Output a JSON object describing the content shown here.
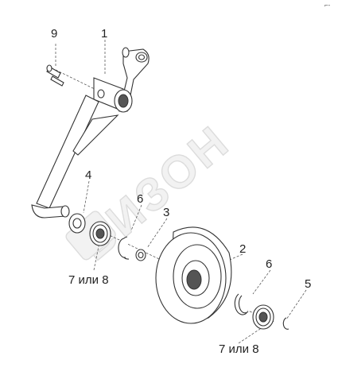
{
  "watermark": {
    "text": "БИЗОН"
  },
  "callouts": {
    "part_1": "1",
    "part_2": "2",
    "part_3": "3",
    "part_4": "4",
    "part_5": "5",
    "part_6_upper": "6",
    "part_6_lower": "6",
    "part_9": "9",
    "part_7_or_8_upper": "7 или 8",
    "part_7_or_8_lower": "7 или 8"
  },
  "corner_mark": "⌐-"
}
